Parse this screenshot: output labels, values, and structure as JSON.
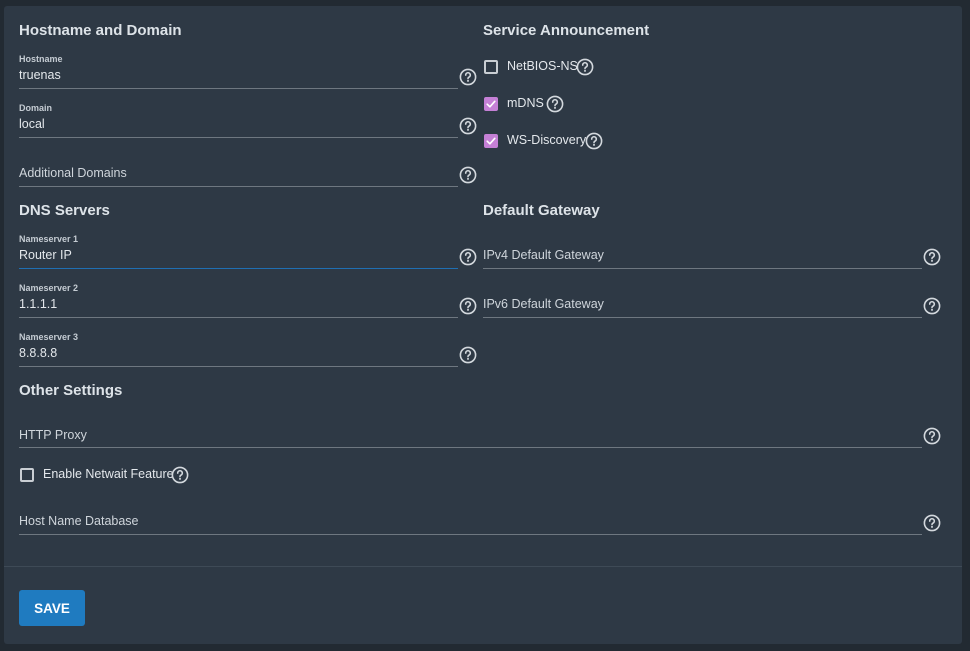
{
  "hostname_domain": {
    "title": "Hostname and Domain",
    "hostname_label": "Hostname",
    "hostname_value": "truenas",
    "domain_label": "Domain",
    "domain_value": "local",
    "additional_domains_placeholder": "Additional Domains"
  },
  "service_announcement": {
    "title": "Service Announcement",
    "items": [
      {
        "label": "NetBIOS-NS",
        "checked": false
      },
      {
        "label": "mDNS",
        "checked": true
      },
      {
        "label": "WS-Discovery",
        "checked": true
      }
    ]
  },
  "dns_servers": {
    "title": "DNS Servers",
    "ns1_label": "Nameserver 1",
    "ns1_value": "Router IP",
    "ns2_label": "Nameserver 2",
    "ns2_value": "1.1.1.1",
    "ns3_label": "Nameserver 3",
    "ns3_value": "8.8.8.8"
  },
  "default_gateway": {
    "title": "Default Gateway",
    "ipv4_placeholder": "IPv4 Default Gateway",
    "ipv6_placeholder": "IPv6 Default Gateway"
  },
  "other_settings": {
    "title": "Other Settings",
    "http_proxy_placeholder": "HTTP Proxy",
    "netwait_label": "Enable Netwait Feature",
    "netwait_checked": false,
    "host_name_db_placeholder": "Host Name Database"
  },
  "actions": {
    "save_label": "SAVE"
  },
  "colors": {
    "background": "#222a32",
    "card": "#2e3945",
    "checkbox_checked": "#c580d6",
    "save_button": "#1f7bc0",
    "focus_underline": "#1f6fb3"
  },
  "icons": {
    "help": "help-circle-icon",
    "check": "checkmark-icon"
  }
}
